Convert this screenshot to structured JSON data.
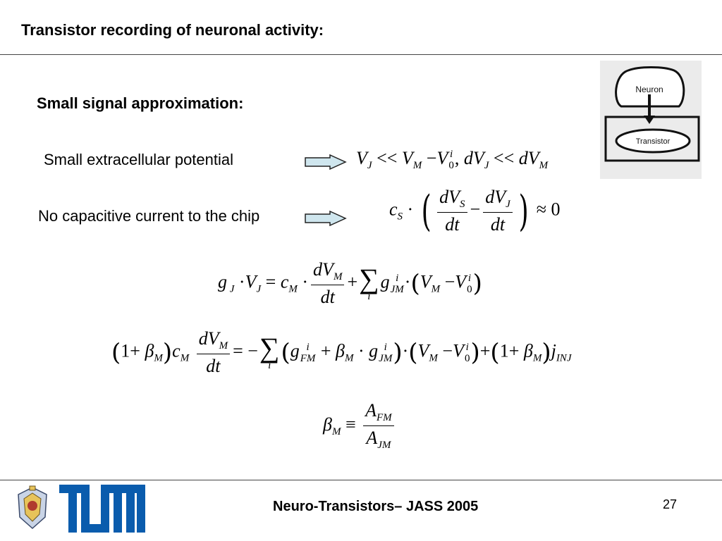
{
  "title": "Transistor recording of neuronal activity:",
  "subtitle": "Small signal approximation:",
  "conditions": [
    {
      "label": "Small extracellular potential"
    },
    {
      "label": "No capacitive current to the chip"
    }
  ],
  "diagram": {
    "neuron_label": "Neuron",
    "transistor_label": "Transistor"
  },
  "footer": {
    "text": "Neuro-Transistors– JASS 2005",
    "page_number": "27"
  },
  "colors": {
    "arrow_fill": "#cfe6ee",
    "tum_blue": "#0a5cad",
    "rule": "#444444"
  },
  "icons": {
    "arrow": "right-arrow-icon",
    "crest": "crest-icon",
    "logo": "tum-logo-icon"
  }
}
